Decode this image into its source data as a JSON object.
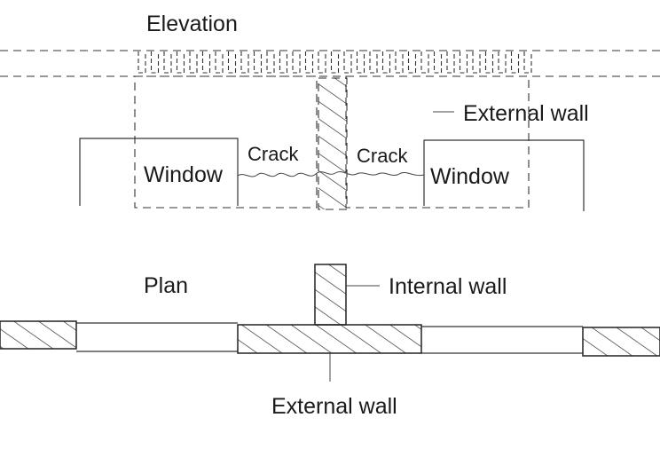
{
  "labels": {
    "elevation": "Elevation",
    "external_wall_elevation": "External wall",
    "window_left": "Window",
    "window_right": "Window",
    "crack_left": "Crack",
    "crack_right": "Crack",
    "plan": "Plan",
    "internal_wall": "Internal wall",
    "external_wall_plan": "External wall"
  },
  "colors": {
    "line": "#333333",
    "background": "#ffffff"
  }
}
